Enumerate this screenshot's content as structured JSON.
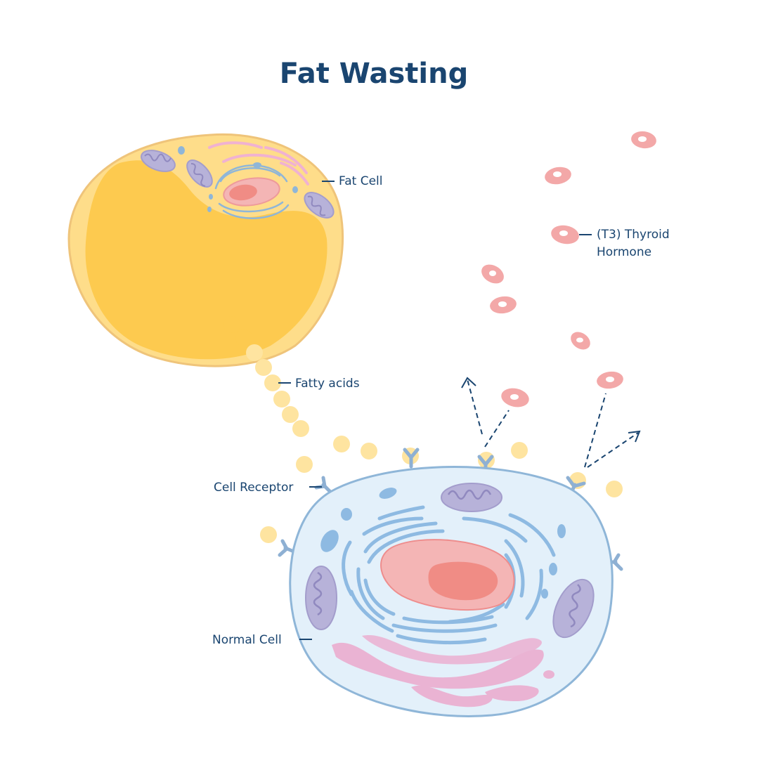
{
  "title": "Fat Wasting",
  "labels": {
    "fat_cell": "Fat Cell",
    "thyroid_line1": "(T3) Thyroid",
    "thyroid_line2": "Hormone",
    "fatty_acids": "Fatty acids",
    "cell_receptor": "Cell Receptor",
    "normal_cell": "Normal Cell"
  },
  "colors": {
    "title": "#1a4570",
    "fat_cell_fill": "#fedd8a",
    "fat_droplet": "#fdca4f",
    "fatty_acid": "#fee4a0",
    "hormone": "#f3a8a8",
    "normal_cell_fill": "#e3f0fa",
    "normal_cell_stroke": "#8fb6d8",
    "nucleus": "#f4b5b5",
    "nucleolus": "#f08c85",
    "mitochondria": "#b7b2d9",
    "golgi": "#e9b3d3",
    "receptor": "#8eb0d3"
  }
}
